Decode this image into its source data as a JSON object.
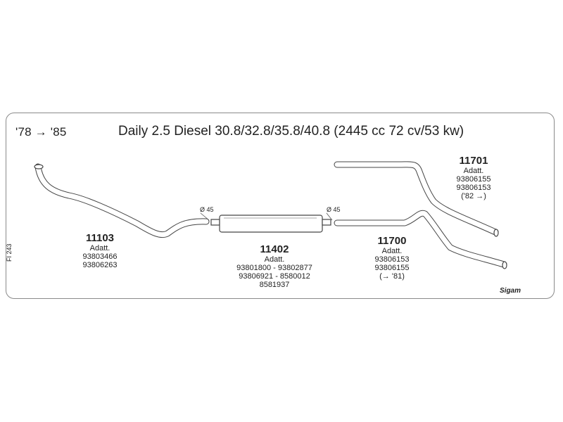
{
  "header": {
    "years": "'78 → '85",
    "title": "Daily 2.5 Diesel 30.8/32.8/35.8/40.8 (2445 cc 72 cv/53 kw)"
  },
  "parts": [
    {
      "number": "11103",
      "lines": [
        "Adatt.",
        "93803466",
        "93806263"
      ]
    },
    {
      "number": "11402",
      "lines": [
        "Adatt.",
        "93801800 - 93802877",
        "93806921 - 8580012",
        "8581937"
      ]
    },
    {
      "number": "11700",
      "lines": [
        "Adatt.",
        "93806153",
        "93806155",
        "(→ '81)"
      ]
    },
    {
      "number": "11701",
      "lines": [
        "Adatt.",
        "93806155",
        "93806153",
        "('82 →)"
      ]
    }
  ],
  "diameters": {
    "left": "Ø 45",
    "right": "Ø 45"
  },
  "side_code": "FI 243",
  "brand": "Sigam"
}
